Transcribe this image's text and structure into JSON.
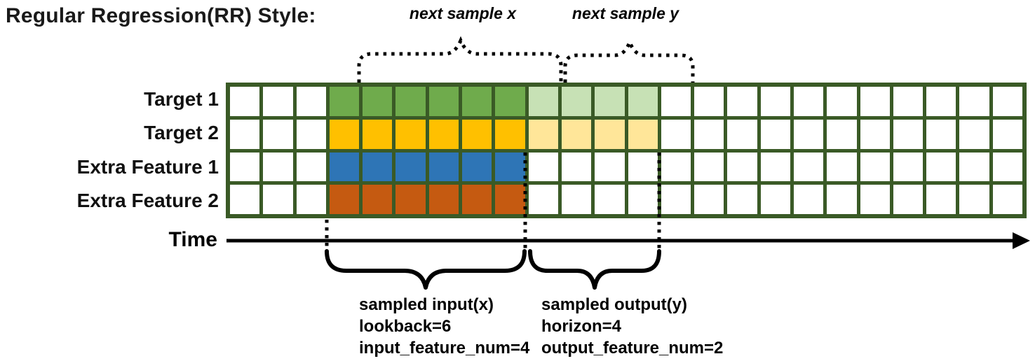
{
  "title": "Regular Regression(RR) Style:",
  "annotations": {
    "next_sample_x": "next sample x",
    "next_sample_y": "next sample y"
  },
  "time_axis": {
    "label": "Time"
  },
  "grid": {
    "columns": 24,
    "border_color": "#3A5A26",
    "rows": [
      {
        "label": "Target 1",
        "input_color": "#6FAB4C",
        "output_color": "#C7E1B5",
        "input_start": 3,
        "input_len": 6,
        "output_len": 4
      },
      {
        "label": "Target 2",
        "input_color": "#FFC000",
        "output_color": "#FFE699",
        "input_start": 3,
        "input_len": 6,
        "output_len": 4
      },
      {
        "label": "Extra Feature 1",
        "input_color": "#2E75B6",
        "output_color": "",
        "input_start": 3,
        "input_len": 6,
        "output_len": 0
      },
      {
        "label": "Extra Feature 2",
        "input_color": "#C55A11",
        "output_color": "",
        "input_start": 3,
        "input_len": 6,
        "output_len": 0
      }
    ]
  },
  "input_annotation": {
    "lines": [
      "sampled input(x)",
      "lookback=6",
      "input_feature_num=4"
    ]
  },
  "output_annotation": {
    "lines": [
      "sampled output(y)",
      "horizon=4",
      "output_feature_num=2"
    ]
  }
}
